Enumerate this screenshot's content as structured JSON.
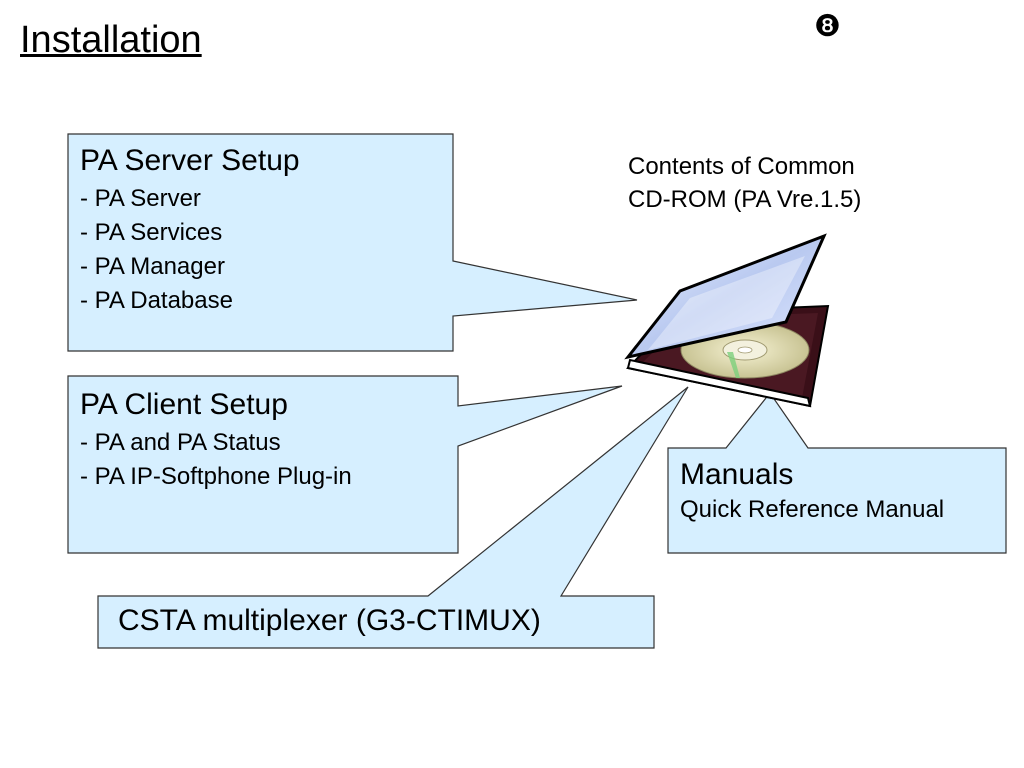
{
  "title": "Installation",
  "slide_number": "❽",
  "cd": {
    "label_line1": "Contents of Common",
    "label_line2": "CD-ROM (PA Vre.1.5)",
    "icon": "cd-case-icon"
  },
  "server_setup": {
    "heading": "PA Server Setup",
    "items": [
      "- PA Server",
      "- PA Services",
      "- PA Manager",
      "- PA Database"
    ]
  },
  "client_setup": {
    "heading": "PA Client Setup",
    "items": [
      "- PA and PA Status",
      "- PA IP-Softphone Plug-in"
    ]
  },
  "manuals": {
    "heading": "Manuals",
    "sub": "Quick Reference Manual"
  },
  "csta": {
    "text": "CSTA multiplexer (G3-CTIMUX)"
  },
  "colors": {
    "callout_fill": "#d6efff",
    "callout_stroke": "#333333",
    "disc": "#d8d4a8",
    "case_dark": "#3a0f18"
  }
}
